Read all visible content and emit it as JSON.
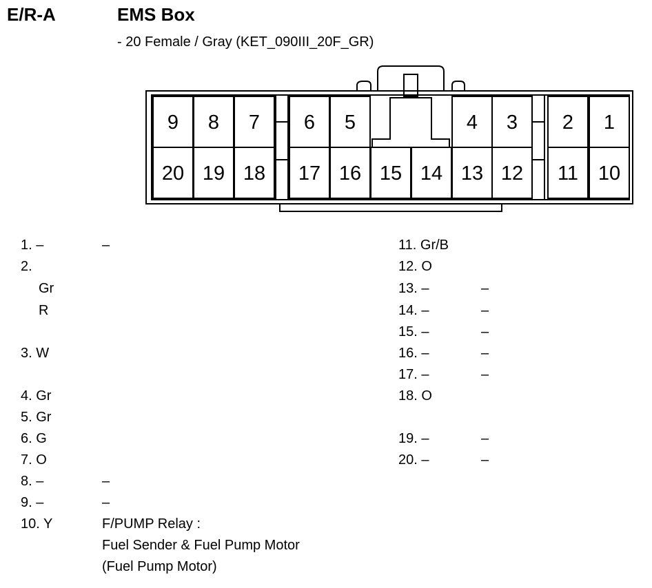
{
  "header": {
    "code": "E/R-A",
    "title": "EMS Box",
    "subtitle": "- 20 Female / Gray (KET_090III_20F_GR)"
  },
  "connector": {
    "top_pins": [
      "9",
      "8",
      "7",
      "6",
      "5",
      "4",
      "3",
      "2",
      "1"
    ],
    "bottom_pins": [
      "20",
      "19",
      "18",
      "17",
      "16",
      "15",
      "14",
      "13",
      "12",
      "11",
      "10"
    ]
  },
  "pins_left": [
    {
      "num": "1.",
      "wire": "–",
      "desc": "–"
    },
    {
      "num": "2.",
      "wire": "",
      "desc": ""
    },
    {
      "num": "",
      "wire": "Gr",
      "desc": ""
    },
    {
      "num": "",
      "wire": "R",
      "desc": ""
    },
    {
      "num": "3.",
      "wire": "W",
      "desc": ""
    },
    {
      "num": "4.",
      "wire": "Gr",
      "desc": ""
    },
    {
      "num": "5.",
      "wire": "Gr",
      "desc": ""
    },
    {
      "num": "6.",
      "wire": "G",
      "desc": ""
    },
    {
      "num": "7.",
      "wire": "O",
      "desc": ""
    },
    {
      "num": "8.",
      "wire": "–",
      "desc": "–"
    },
    {
      "num": "9.",
      "wire": "–",
      "desc": "–"
    },
    {
      "num": "10.",
      "wire": "Y",
      "desc": "F/PUMP Relay :"
    }
  ],
  "pin10_extra": [
    "Fuel Sender & Fuel Pump Motor",
    "(Fuel Pump Motor)"
  ],
  "pins_right": [
    {
      "num": "11.",
      "wire": "Gr/B",
      "desc": ""
    },
    {
      "num": "12.",
      "wire": "O",
      "desc": ""
    },
    {
      "num": "13.",
      "wire": "–",
      "desc": "–"
    },
    {
      "num": "14.",
      "wire": "–",
      "desc": "–"
    },
    {
      "num": "15.",
      "wire": "–",
      "desc": "–"
    },
    {
      "num": "16.",
      "wire": "–",
      "desc": "–"
    },
    {
      "num": "17.",
      "wire": "–",
      "desc": "–"
    },
    {
      "num": "18.",
      "wire": "O",
      "desc": ""
    },
    {
      "num": "19.",
      "wire": "–",
      "desc": "–"
    },
    {
      "num": "20.",
      "wire": "–",
      "desc": "–"
    }
  ]
}
